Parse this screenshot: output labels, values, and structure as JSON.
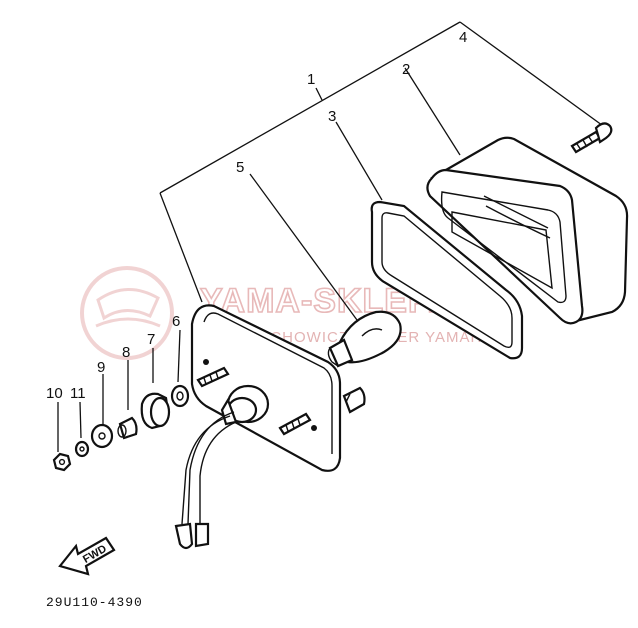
{
  "callouts": [
    {
      "id": "1",
      "label": "1"
    },
    {
      "id": "2",
      "label": "2"
    },
    {
      "id": "3",
      "label": "3"
    },
    {
      "id": "4",
      "label": "4"
    },
    {
      "id": "5",
      "label": "5"
    },
    {
      "id": "6",
      "label": "6"
    },
    {
      "id": "7",
      "label": "7"
    },
    {
      "id": "8",
      "label": "8"
    },
    {
      "id": "9",
      "label": "9"
    },
    {
      "id": "10",
      "label": "10"
    },
    {
      "id": "11",
      "label": "11"
    }
  ],
  "direction_label": "FWD",
  "diagram_code": "29U110-4390",
  "watermark": {
    "main": "YAMA-SKLEP.PL",
    "sub": "WOJCIECHOWICZ DEALER YAMAHA"
  },
  "colors": {
    "ink": "#111111",
    "watermark": "#e8b9b9"
  }
}
